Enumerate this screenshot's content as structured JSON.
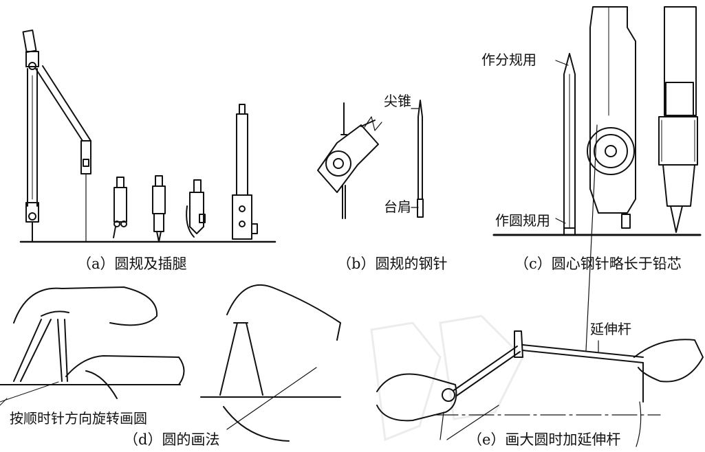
{
  "panels": {
    "a": {
      "caption": "（a）圆规及插腿"
    },
    "b": {
      "caption": "（b）圆规的钢针",
      "label_tip": "尖锥",
      "label_shoulder": "台肩"
    },
    "c": {
      "caption": "（c）圆心钢针略长于铅芯",
      "label_divider": "作分规用",
      "label_circle": "作圆规用"
    },
    "d": {
      "caption": "（d）圆的画法",
      "label_rotate": "按顺时针方向旋转画圆"
    },
    "e": {
      "caption": "（e）画大圆时加延伸杆",
      "label_extension": "延伸杆"
    }
  }
}
